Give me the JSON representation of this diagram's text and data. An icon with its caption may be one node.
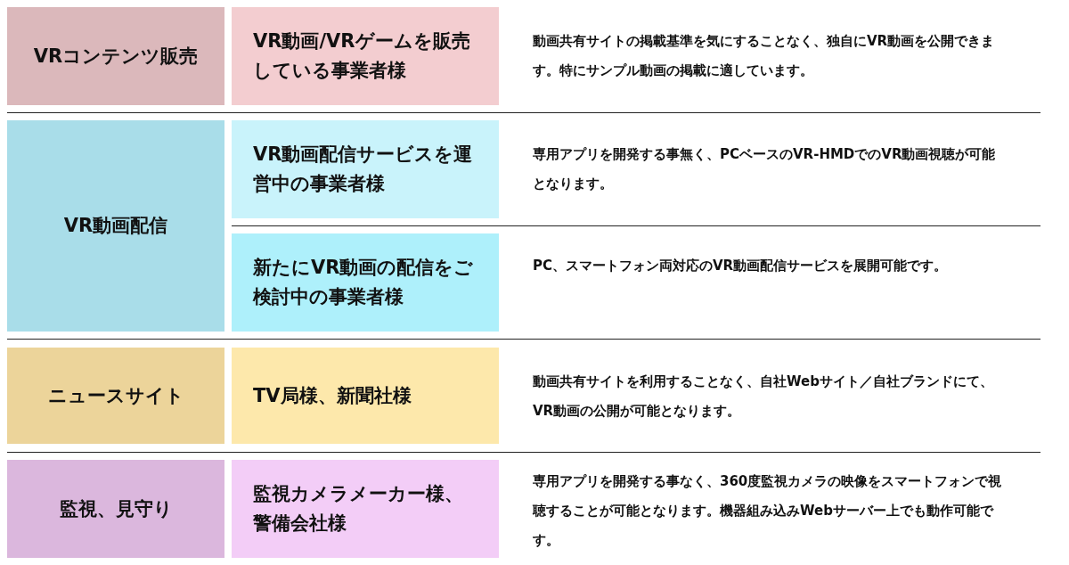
{
  "diagram": {
    "nodes": [
      {
        "text": [
          "VRコンテンツ販売"
        ]
      },
      {
        "text": [
          "VR動画/VRゲームを販売している事業者様"
        ],
        "beside": [
          "動画共有サイトの掲載基準を気にすることなく、独自にVR動画を公開できます。特にサンプル動画の掲載に適しています。"
        ]
      },
      {
        "text": [
          "VR動画配信"
        ]
      },
      {
        "text": [
          "VR動画配信サービスを運営中の事業者様"
        ],
        "beside": [
          "専用アプリを開発する事無く、PCベースのVR-HMDでのVR動画視聴が可能となります。"
        ]
      },
      {
        "text": [
          "新たにVR動画の配信をご検討中の事業者様"
        ],
        "beside": [
          "PC、スマートフォン両対応のVR動画配信サービスを展開可能です。"
        ]
      },
      {
        "text": [
          "ニュースサイト"
        ]
      },
      {
        "text": [
          "TV局様、新聞社様"
        ],
        "beside": [
          "動画共有サイトを利用することなく、自社Webサイト／自社ブランドにて、VR動画の公開が可能となります。"
        ]
      },
      {
        "text": [
          "監視、見守り"
        ]
      },
      {
        "text": [
          "監視カメラメーカー様、警備会社様"
        ],
        "beside": [
          "専用アプリを開発する事なく、360度監視カメラの映像をスマートフォンで視聴することが可能となります。機器組み込みWebサーバー上でも動作可能です。"
        ]
      }
    ]
  }
}
